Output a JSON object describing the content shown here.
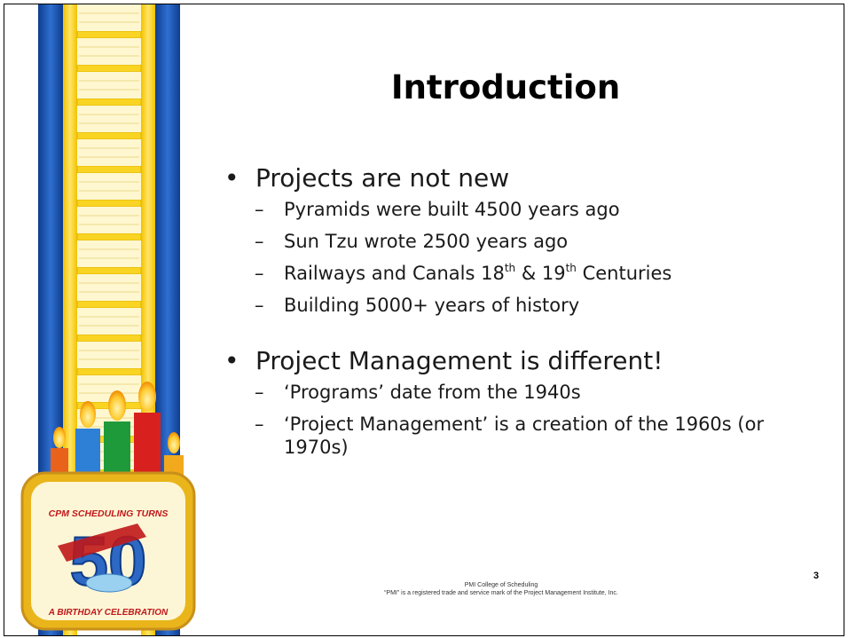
{
  "slide": {
    "title": "Introduction",
    "bullet_glyph": "•",
    "dash_glyph": "–",
    "page_number": "3"
  },
  "sections": [
    {
      "heading": "Projects are not new",
      "items": [
        {
          "text": "Pyramids were built 4500 years ago"
        },
        {
          "text": "Sun Tzu wrote 2500 years ago"
        },
        {
          "text_a": "Railways and Canals 18",
          "sup_a": "th",
          "text_b": " & 19",
          "sup_b": "th",
          "text_c": " Centuries"
        },
        {
          "text": "Building 5000+ years of history"
        }
      ]
    },
    {
      "heading": "Project Management is different!",
      "items": [
        {
          "text": "‘Programs’ date from the 1940s"
        },
        {
          "text": "‘Project Management’ is a creation of the 1960s (or 1970s)"
        }
      ]
    }
  ],
  "logo": {
    "badge_top_text": "CPM SCHEDULING TURNS",
    "badge_number": "50",
    "badge_bottom_text": "A BIRTHDAY CELEBRATION"
  },
  "footer": {
    "line1": "PMI  College of  Scheduling",
    "line2": "“PMI” is a registered trade and service mark of the Project Management Institute, Inc."
  },
  "colors": {
    "ladder_blue": "#1d56b3",
    "ladder_yellow": "#f7d21c",
    "badge_cream": "#fdf6d6",
    "badge_gold": "#e9b51b"
  }
}
